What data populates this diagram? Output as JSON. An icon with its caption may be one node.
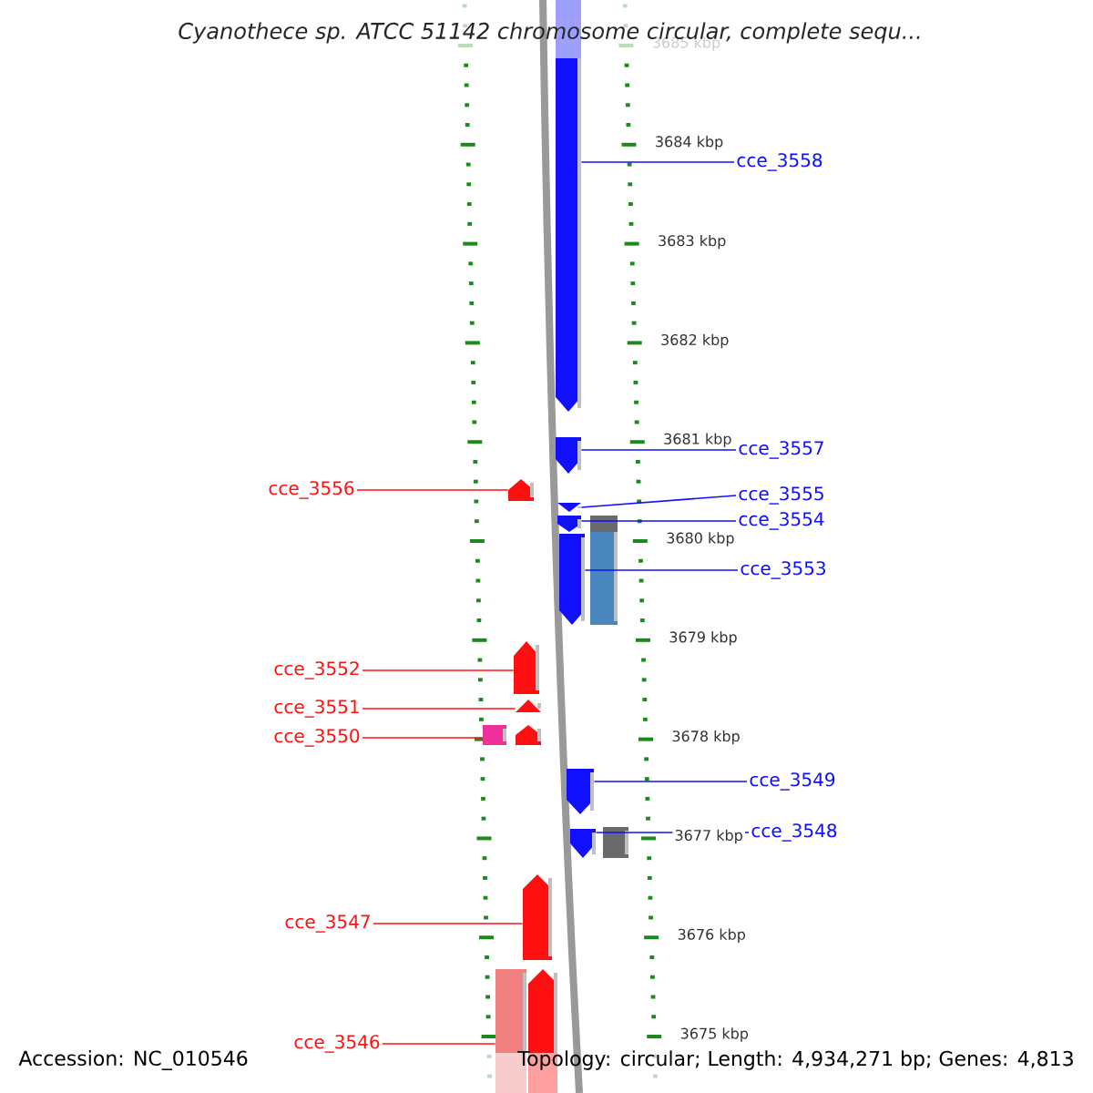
{
  "diagram": {
    "title": "Cyanothece sp. ATCC 51142 chromosome circular, complete sequ...",
    "nodes": [
      {
        "text": [
          "cce_3558"
        ]
      },
      {
        "text": [],
        "shape": "bar"
      },
      {
        "text": [
          "cce_3557"
        ]
      },
      {
        "text": [],
        "shape": "bar"
      },
      {
        "text": [
          "cce_3556"
        ]
      },
      {
        "text": [],
        "shape": "bar"
      },
      {
        "text": [
          "cce_3555"
        ]
      },
      {
        "text": [],
        "shape": "triangle"
      },
      {
        "text": [
          "cce_3554"
        ]
      },
      {
        "text": [],
        "shape": "bar"
      },
      {
        "text": [],
        "shape": "box"
      },
      {
        "text": [
          "cce_3553"
        ]
      },
      {
        "text": [],
        "shape": "bar"
      },
      {
        "text": [
          "cce_3552"
        ]
      },
      {
        "text": [],
        "shape": "bar"
      },
      {
        "text": [
          "cce_3551"
        ]
      },
      {
        "text": [],
        "shape": "triangle"
      },
      {
        "text": [
          "cce_3550"
        ]
      },
      {
        "text": [],
        "shape": "bar"
      },
      {
        "text": [],
        "shape": "box"
      },
      {
        "text": [
          "cce_3549"
        ]
      },
      {
        "text": [],
        "shape": "bar"
      },
      {
        "text": [
          "cce_3548"
        ]
      },
      {
        "text": [],
        "shape": "bar"
      },
      {
        "text": [],
        "shape": "box"
      },
      {
        "text": [
          "cce_3547"
        ]
      },
      {
        "text": [],
        "shape": "bar"
      },
      {
        "text": [
          "cce_3546"
        ]
      },
      {
        "text": [],
        "shape": "bar"
      },
      {
        "text": [],
        "shape": "box"
      }
    ],
    "edges": [
      {
        "from": 0,
        "to": 1,
        "arrow": "none"
      },
      {
        "from": 2,
        "to": 3,
        "arrow": "none"
      },
      {
        "from": 4,
        "to": 5,
        "arrow": "none",
        "color": "#ff1010"
      },
      {
        "from": 6,
        "to": 7,
        "arrow": "none"
      },
      {
        "from": 8,
        "to": 9,
        "arrow": "none"
      },
      {
        "from": 11,
        "to": 12,
        "arrow": "none"
      },
      {
        "from": 13,
        "to": 14,
        "arrow": "none",
        "color": "#ff1010"
      },
      {
        "from": 15,
        "to": 16,
        "arrow": "none",
        "color": "#ff1010"
      },
      {
        "from": 17,
        "to": 19,
        "arrow": "none",
        "color": "#ff1010"
      },
      {
        "from": 20,
        "to": 21,
        "arrow": "none"
      },
      {
        "from": 22,
        "to": 23,
        "arrow": "none"
      },
      {
        "from": 25,
        "to": 26,
        "arrow": "none",
        "color": "#ff1010"
      },
      {
        "from": 27,
        "to": 29,
        "arrow": "none",
        "color": "#ff1010"
      }
    ],
    "labels": [
      "3685 kbp",
      "3684 kbp",
      "3683 kbp",
      "3682 kbp",
      "3681 kbp",
      "3680 kbp",
      "3679 kbp",
      "3678 kbp",
      "3677 kbp",
      "3676 kbp",
      "3675 kbp",
      "Accession: NC_010546",
      "Topology: circular; Length: 4,934,271 bp; Genes: 4,813"
    ]
  }
}
